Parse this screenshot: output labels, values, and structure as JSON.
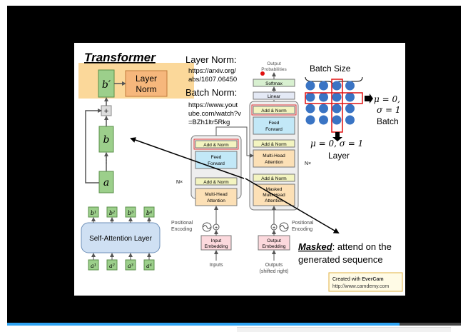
{
  "slide": {
    "title": "Transformer",
    "layer_norm_heading": "Layer Norm:",
    "layer_norm_url_1": "https://arxiv.org/",
    "layer_norm_url_2": "abs/1607.06450",
    "batch_norm_heading": "Batch Norm:",
    "batch_norm_url_1": "https://www.yout",
    "batch_norm_url_2": "ube.com/watch?v",
    "batch_norm_url_3": "=BZh1ltr5Rkg",
    "batch_size_label": "Batch Size",
    "batch_stat_1": "μ = 0,",
    "batch_stat_2": "σ = 1",
    "batch_label": "Batch",
    "layer_stat": "μ = 0, σ = 1",
    "layer_label": "Layer",
    "layer_norm_box_1": "Layer",
    "layer_norm_box_2": "Norm",
    "b_prime": "b′",
    "plus_sign": "+",
    "b_var": "b",
    "vdots": "⋮",
    "a_var": "a",
    "self_attention_label": "Self-Attention Layer",
    "b_outputs": [
      "b¹",
      "b²",
      "b³",
      "b⁴"
    ],
    "a_inputs": [
      "a¹",
      "a²",
      "a³",
      "a⁴"
    ],
    "masked_word": "Masked",
    "masked_text_1": ": attend on the",
    "masked_text_2": "generated sequence",
    "watermark_line_1_prefix": "Created with ",
    "watermark_brand": "EverCam",
    "watermark_line_2": "http://www.camdemy.com"
  },
  "diagram": {
    "output_probabilities_1": "Output",
    "output_probabilities_2": "Probabilities",
    "softmax": "Softmax",
    "linear": "Linear",
    "add_norm": "Add & Norm",
    "feed_forward_1": "Feed",
    "feed_forward_2": "Forward",
    "multi_head_1": "Multi-Head",
    "multi_head_2": "Attention",
    "masked_mh_1": "Masked",
    "masked_mh_2": "Multi-Head",
    "masked_mh_3": "Attention",
    "nx": "N×",
    "positional_encoding_1": "Positional",
    "positional_encoding_2": "Encoding",
    "input_embedding_1": "Input",
    "input_embedding_2": "Embedding",
    "output_embedding_1": "Output",
    "output_embedding_2": "Embedding",
    "inputs": "Inputs",
    "outputs_1": "Outputs",
    "outputs_2": "(shifted right)"
  },
  "player": {
    "progress": 0.865
  },
  "colors": {
    "ffn": "#c2e8f7",
    "attention": "#fce0b6",
    "add_norm": "#f3f4c0",
    "embedding": "#fcd9dd",
    "green_box": "#9ccf8b",
    "orange_box": "#f6b77c",
    "highlight": "#fbd89a",
    "dot": "#3a74c4",
    "red": "#e01010"
  }
}
